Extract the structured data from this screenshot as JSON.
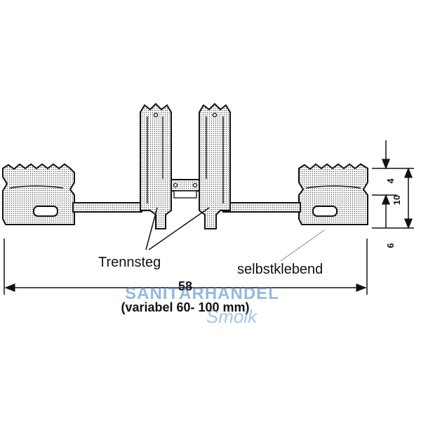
{
  "labels": {
    "trennsteg": "Trennsteg",
    "selbstklebend": "selbstklebend"
  },
  "dimensions": {
    "width": "58",
    "width_note": "(variabel 60- 100 mm)",
    "top_gap": "4",
    "height_total": "10",
    "lower_height": "6"
  },
  "watermark": {
    "line1": "SANITÄRHANDEL",
    "line2": "Smolk"
  },
  "colors": {
    "ink": "#111111",
    "fill_dots": "#555555",
    "watermark": "#3a7fc1"
  }
}
